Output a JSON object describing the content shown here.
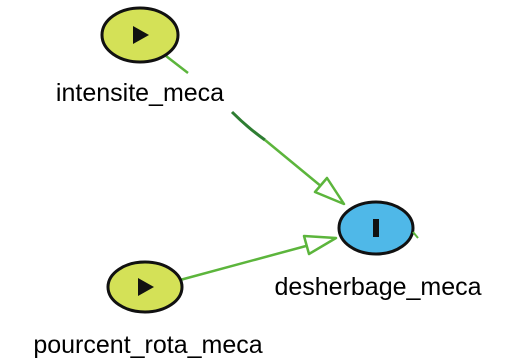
{
  "colors": {
    "input_node_fill": "#d4e157",
    "output_node_fill": "#4fb8e8",
    "node_stroke": "#111111",
    "edge": "#5cb53c",
    "edge_dark": "#2e7d32"
  },
  "nodes": [
    {
      "id": "intensite_meca",
      "label": "intensite_meca",
      "kind": "input",
      "icon": "play-icon"
    },
    {
      "id": "pourcent_rota_meca",
      "label": "pourcent_rota_meca",
      "kind": "input",
      "icon": "play-icon"
    },
    {
      "id": "desherbage_meca",
      "label": "desherbage_meca",
      "kind": "output",
      "icon": "bar-icon"
    }
  ],
  "edges": [
    {
      "from": "intensite_meca",
      "to": "desherbage_meca"
    },
    {
      "from": "pourcent_rota_meca",
      "to": "desherbage_meca"
    }
  ]
}
